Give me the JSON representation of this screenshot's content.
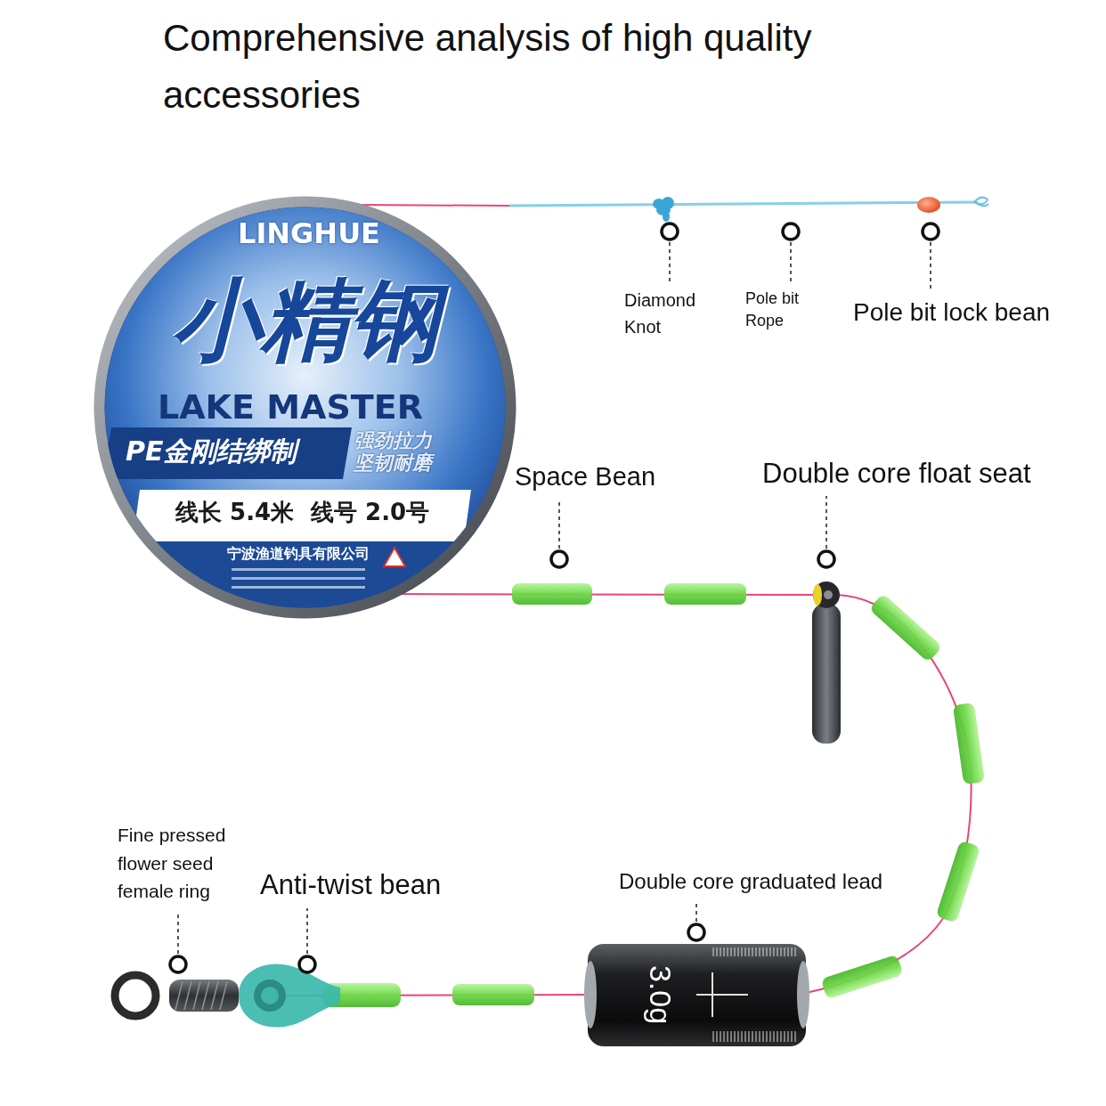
{
  "diagram": {
    "title": "Comprehensive analysis of high quality accessories",
    "nodes": [
      {
        "text": [
          "LINGHUE",
          "小精钢",
          "LAKE MASTER",
          "PE金刚结绑制",
          "强劲拉力 坚韧耐磨",
          "线长 5.4米",
          "线号 2.0号",
          "宁波渔道钓具有限公司"
        ]
      }
    ],
    "labels": [
      "Diamond Knot",
      "Pole bit Rope",
      "Pole bit lock bean",
      "Space Bean",
      "Double core float seat",
      "Fine pressed flower seed female ring",
      "Anti-twist bean",
      "Double core graduated lead",
      "3.0g"
    ]
  }
}
